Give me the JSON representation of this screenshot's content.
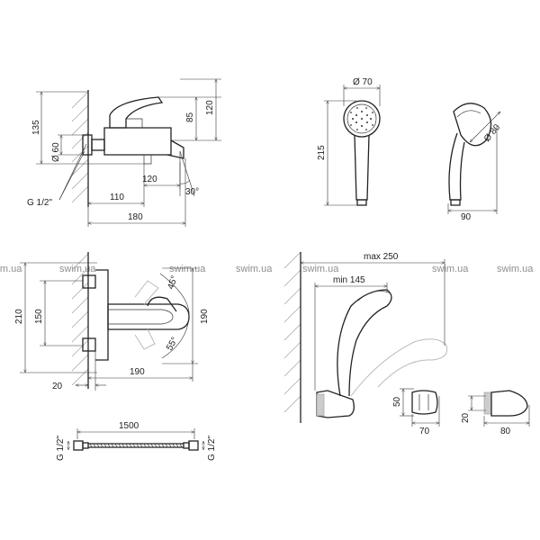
{
  "watermarks": [
    "swim.ua",
    "swim.ua",
    "swim.ua",
    "swim.ua",
    "swim.ua",
    "swim.ua",
    "swim.ua"
  ],
  "top_left": {
    "h_total": "135",
    "diam": "Ø 60",
    "h_spout": "85",
    "h_body": "120",
    "thread": "G 1/2\"",
    "w_spout": "120",
    "w_wall": "110",
    "w_total": "180",
    "angle": "30°"
  },
  "top_right": {
    "diam_head": "Ø 70",
    "h_shower": "215",
    "diam_side": "Ø 80",
    "w_side": "90"
  },
  "bottom_left": {
    "h_total": "210",
    "h_inner": "150",
    "angle_top": "45°",
    "angle_bottom": "55°",
    "h_body": "190",
    "w_body": "190",
    "offset": "20",
    "hose_len": "1500",
    "hose_thread_l": "G 1/2\"",
    "hose_thread_r": "G 1/2\""
  },
  "bottom_right": {
    "max_reach": "max 250",
    "min_reach": "min 145",
    "holder_h": "50",
    "holder_w": "70",
    "bracket_h": "20",
    "bracket_w": "80"
  }
}
